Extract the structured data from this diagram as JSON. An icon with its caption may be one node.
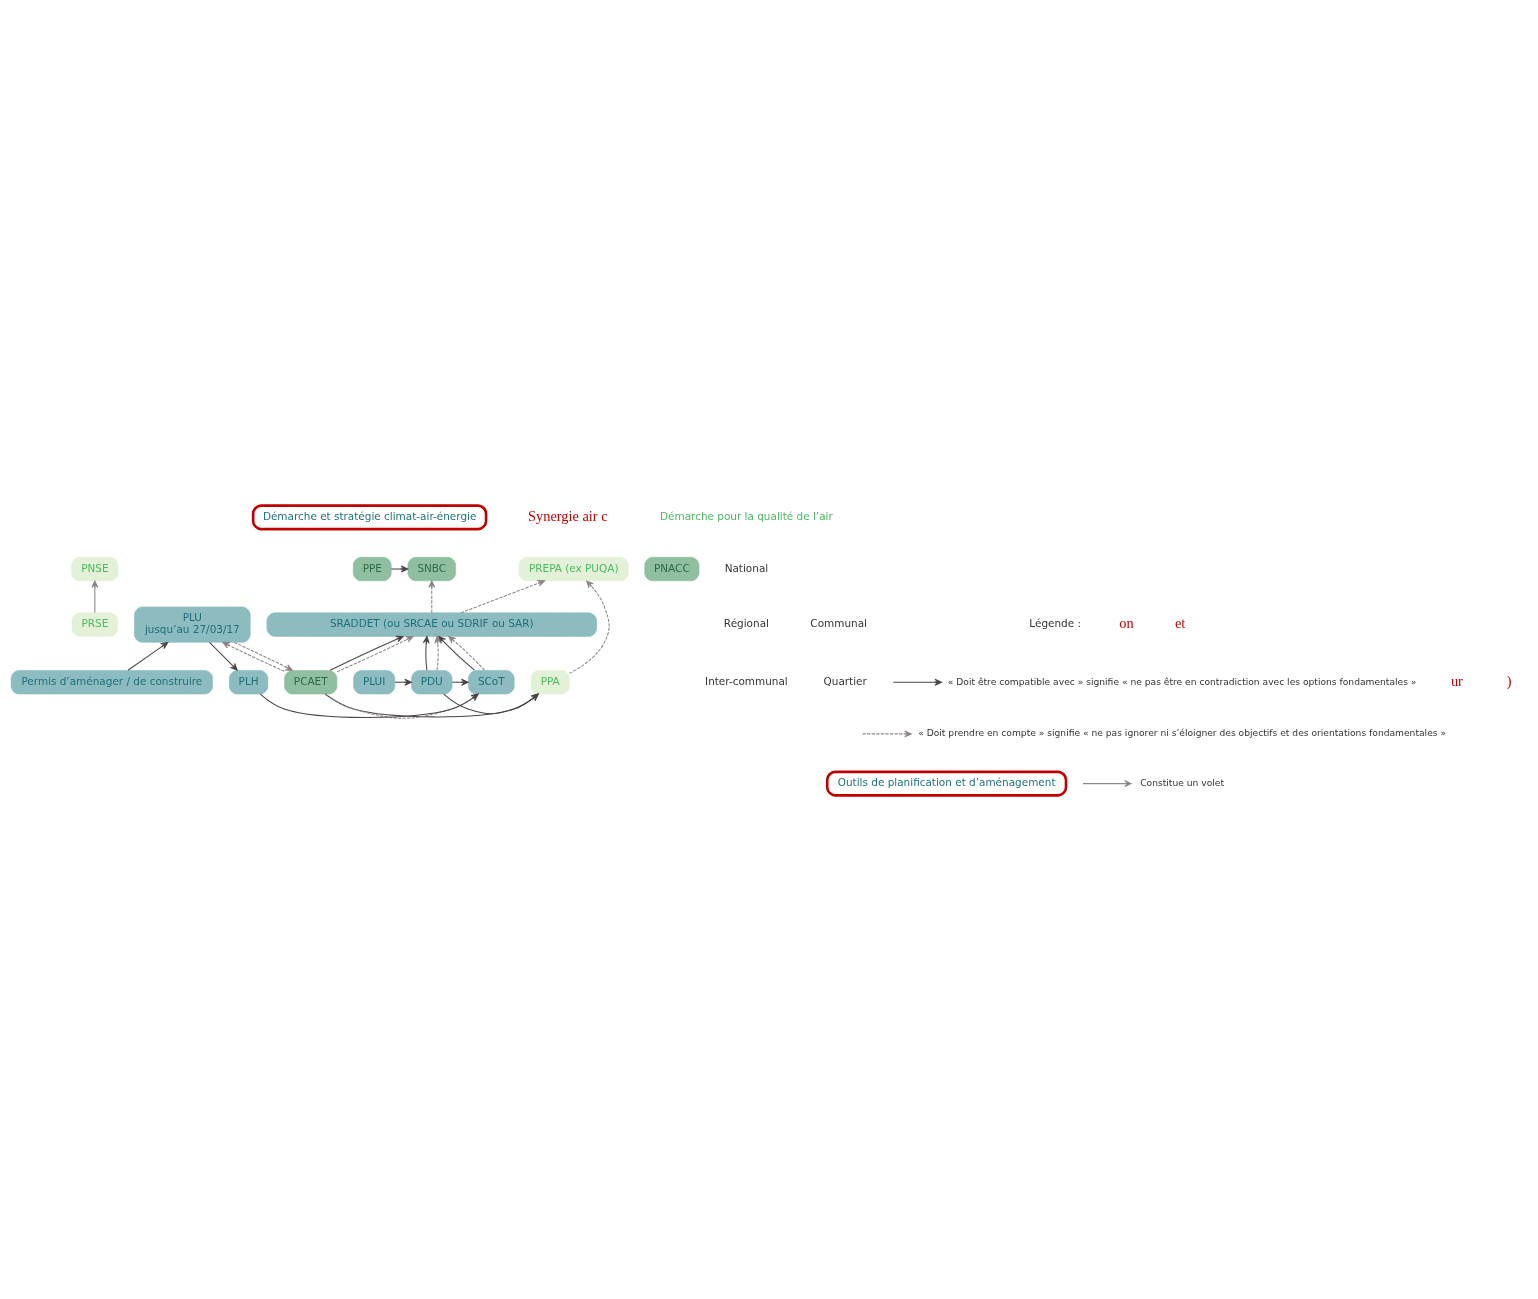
{
  "diagram": {
    "nodes": [
      {
        "text": [
          "PNSE"
        ]
      },
      {
        "text": [
          "PREPA (ex PUQA)"
        ]
      },
      {
        "text": [
          "SNBC"
        ]
      },
      {
        "text": [
          "PPE"
        ]
      },
      {
        "text": [
          "PNACC"
        ]
      },
      {
        "text": [
          "PRSE"
        ]
      },
      {
        "text": [
          "SRADDET (ou SRCAE ou SDRIF ou SAR)"
        ]
      },
      {
        "text": [
          "PPA"
        ]
      },
      {
        "text": [
          "PCAET"
        ]
      },
      {
        "text": [
          "SCoT"
        ]
      },
      {
        "text": [
          "PDU"
        ]
      },
      {
        "text": [
          "PLUI"
        ]
      },
      {
        "text": [
          "PLH"
        ]
      },
      {
        "text": [
          "PLU",
          "jusqu’au 27/03/17"
        ]
      },
      {
        "text": [
          "Permis d’aménager / de construire"
        ]
      },
      {
        "text": [
          "Démarche et stratégie climat-air-énergie"
        ]
      },
      {
        "text": [
          "Outils de planification et d’aménagement"
        ]
      }
    ],
    "edges": [
      {
        "from": 5,
        "to": 0,
        "arrow": "to",
        "color": "#8c8585"
      },
      {
        "from": 7,
        "to": 1,
        "arrow": "to",
        "style": "dashed"
      },
      {
        "from": 6,
        "to": 1,
        "arrow": "to",
        "style": "dashed"
      },
      {
        "from": 6,
        "to": 2,
        "arrow": "to",
        "style": "dashed"
      },
      {
        "from": 3,
        "to": 2,
        "arrow": "to"
      },
      {
        "from": 8,
        "to": 6,
        "arrow": "to"
      },
      {
        "from": 8,
        "to": 6,
        "arrow": "to",
        "style": "dashed"
      },
      {
        "from": 9,
        "to": 6,
        "arrow": "to"
      },
      {
        "from": 9,
        "to": 6,
        "arrow": "to",
        "style": "dashed"
      },
      {
        "from": 10,
        "to": 6,
        "arrow": "to"
      },
      {
        "from": 10,
        "to": 6,
        "arrow": "to",
        "style": "dashed"
      },
      {
        "from": 12,
        "to": 9,
        "arrow": "to"
      },
      {
        "from": 8,
        "to": 7,
        "arrow": "to"
      },
      {
        "from": 8,
        "to": 9,
        "arrow": "to",
        "style": "dashed"
      },
      {
        "from": 10,
        "to": 9,
        "arrow": "to"
      },
      {
        "from": 11,
        "to": 10,
        "arrow": "to"
      },
      {
        "from": 10,
        "to": 7,
        "arrow": "to"
      },
      {
        "from": 8,
        "to": 13,
        "arrow": "to",
        "style": "dashed"
      },
      {
        "from": 13,
        "to": 8,
        "arrow": "to",
        "style": "dashed"
      },
      {
        "from": 13,
        "to": 12,
        "arrow": "to"
      },
      {
        "from": 14,
        "to": 13,
        "arrow": "to"
      }
    ],
    "labels": [
      "Synergie air c",
      "Démarche pour la qualité de l’air",
      "National",
      "Régional",
      "Inter-communal",
      "Communal",
      "Quartier",
      "on",
      "et",
      "ur",
      ")",
      "Légende :"
    ],
    "legend": [
      {
        "text": "« Doit être compatible avec » signifie « ne pas être en contradiction avec les options fondamentales »"
      },
      {
        "text": "« Doit prendre en compte » signifie « ne pas ignorer ni s’éloigner des objectifs et des orientations fondamentales »"
      },
      {
        "text": "Constitue un volet"
      }
    ]
  }
}
